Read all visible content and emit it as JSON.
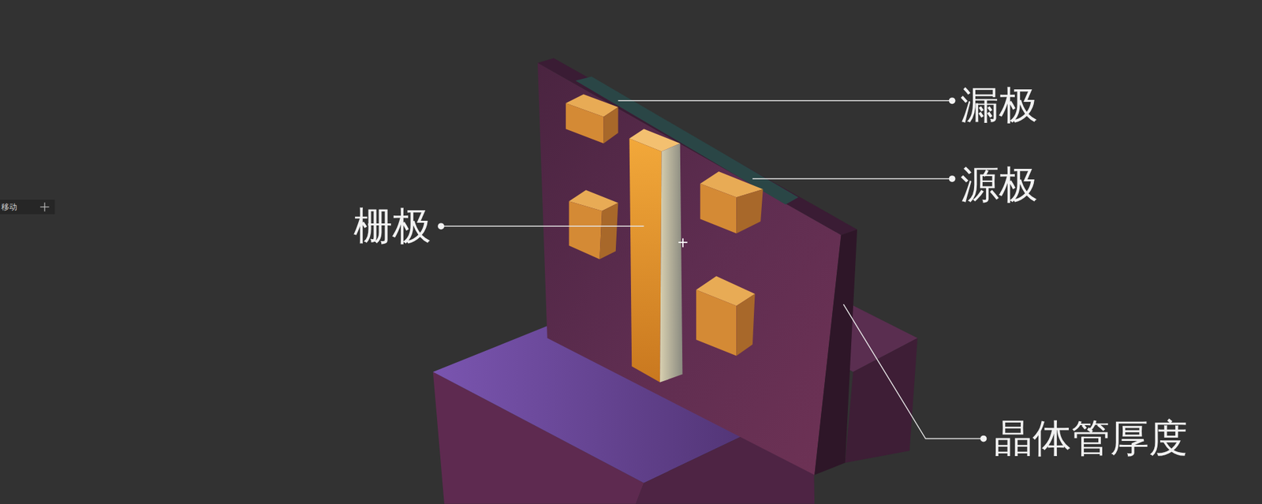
{
  "diagram": {
    "labels": [
      "漏极",
      "源极",
      "栅极",
      "晶体管厚度",
      "移动"
    ]
  }
}
